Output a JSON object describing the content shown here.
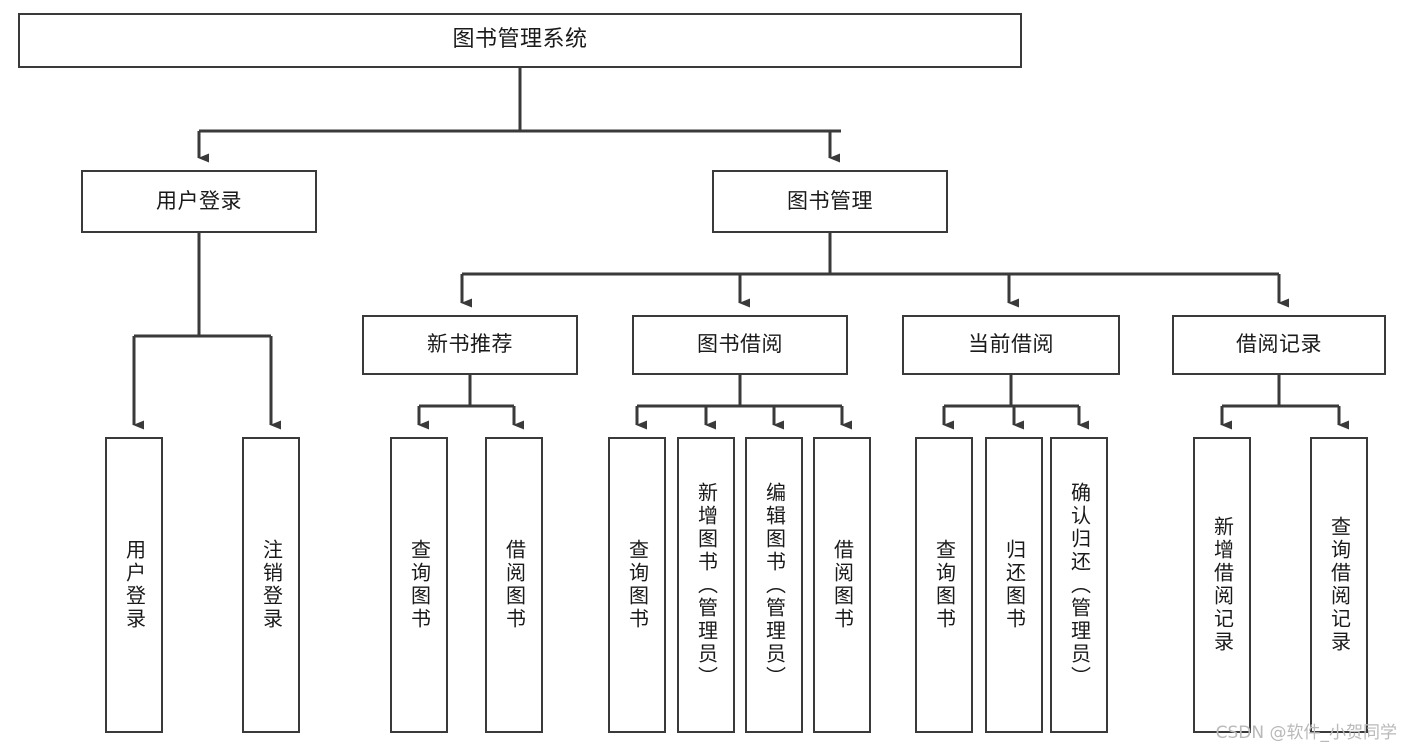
{
  "diagram": {
    "type": "tree-hierarchy",
    "title": "图书管理系统",
    "watermark": "CSDN @软件_小贺同学",
    "colors": {
      "box_border": "#3a3a3a",
      "box_fill": "#ffffff",
      "edge": "#3a3a3a",
      "text": "#1a1a1a",
      "watermark": "#b9b9b9",
      "background": "#ffffff"
    },
    "nodes": {
      "root": {
        "label": "图书管理系统"
      },
      "level2": [
        {
          "id": "user-login",
          "label": "用户登录"
        },
        {
          "id": "book-manage",
          "label": "图书管理"
        }
      ],
      "level3": [
        {
          "id": "new-book-recommend",
          "label": "新书推荐"
        },
        {
          "id": "book-borrow",
          "label": "图书借阅"
        },
        {
          "id": "current-borrow",
          "label": "当前借阅"
        },
        {
          "id": "borrow-record",
          "label": "借阅记录"
        }
      ],
      "leaves": {
        "user-login": [
          {
            "id": "leaf-user-login",
            "label": "用户登录"
          },
          {
            "id": "leaf-user-logout",
            "label": "注销登录"
          }
        ],
        "new-book-recommend": [
          {
            "id": "leaf-query-book-1",
            "label": "查询图书"
          },
          {
            "id": "leaf-borrow-book-1",
            "label": "借阅图书"
          }
        ],
        "book-borrow": [
          {
            "id": "leaf-query-book-2",
            "label": "查询图书"
          },
          {
            "id": "leaf-add-book",
            "label": "新增图书（管理员）"
          },
          {
            "id": "leaf-edit-book",
            "label": "编辑图书（管理员）"
          },
          {
            "id": "leaf-borrow-book-2",
            "label": "借阅图书"
          }
        ],
        "current-borrow": [
          {
            "id": "leaf-query-book-3",
            "label": "查询图书"
          },
          {
            "id": "leaf-return-book",
            "label": "归还图书"
          },
          {
            "id": "leaf-confirm-return",
            "label": "确认归还（管理员）"
          }
        ],
        "borrow-record": [
          {
            "id": "leaf-add-record",
            "label": "新增借阅记录"
          },
          {
            "id": "leaf-query-record",
            "label": "查询借阅记录"
          }
        ]
      }
    }
  }
}
